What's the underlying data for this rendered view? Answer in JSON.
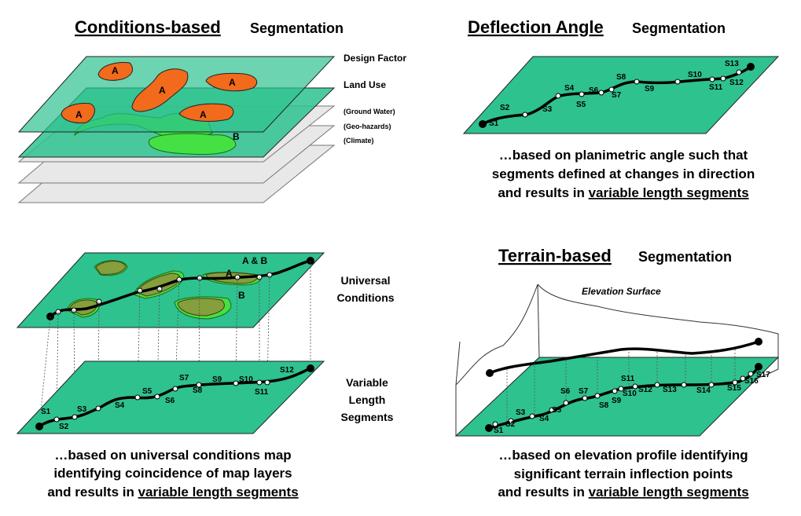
{
  "panels": {
    "conditions": {
      "title_bold": "Conditions-based",
      "title_rest": "Segmentation",
      "layers": [
        "Design Factor",
        "Land Use",
        "(Ground Water)",
        "(Geo-hazards)",
        "(Climate)"
      ],
      "zone_a": "A",
      "zone_b": "B",
      "zone_ab": "A & B",
      "universal_label": [
        "Universal",
        "Conditions"
      ],
      "variable_label": [
        "Variable",
        "Length",
        "Segments"
      ],
      "caption": [
        "…based on universal conditions map",
        "identifying coincidence of map layers",
        "and results in "
      ],
      "caption_link": "variable length segments",
      "segments": [
        "S1",
        "S2",
        "S3",
        "S4",
        "S5",
        "S6",
        "S7",
        "S8",
        "S9",
        "S10",
        "S11",
        "S12"
      ]
    },
    "deflection": {
      "title_bold": "Deflection Angle",
      "title_rest": "Segmentation",
      "caption": [
        "…based on planimetric angle such that",
        "segments defined at changes in direction",
        "and results in "
      ],
      "caption_link": "variable length segments",
      "segments": [
        "S1",
        "S2",
        "S3",
        "S4",
        "S5",
        "S6",
        "S7",
        "S8",
        "S9",
        "S10",
        "S11",
        "S12",
        "S13"
      ]
    },
    "terrain": {
      "title_bold": "Terrain-based",
      "title_rest": "Segmentation",
      "surface_label": "Elevation Surface",
      "caption": [
        "…based on elevation profile identifying",
        "significant  terrain inflection points",
        "and results in "
      ],
      "caption_link": "variable length segments",
      "segments": [
        "S1",
        "S2",
        "S3",
        "S4",
        "S5",
        "S6",
        "S7",
        "S8",
        "S9",
        "S10",
        "S11",
        "S12",
        "S13",
        "S14",
        "S15",
        "S16",
        "S17"
      ]
    }
  },
  "colors": {
    "plane": "#2ec28f",
    "zone_a": "#f26a1b",
    "zone_b": "#33e033",
    "zone_overlap": "#9a8a3a",
    "grey_layer": "#e4e4e4"
  }
}
